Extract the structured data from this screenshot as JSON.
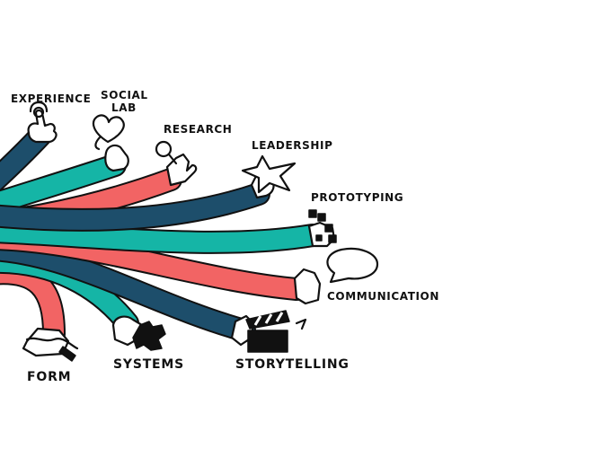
{
  "colors": {
    "navy": "#1d4e6b",
    "teal": "#15b5a6",
    "coral": "#f26464",
    "ink": "#111111",
    "background": "#ffffff"
  },
  "labels": {
    "experience": "EXPERIENCE",
    "social": "SOCIAL",
    "lab": "LAB",
    "research": "RESEARCH",
    "leadership": "LEADERSHIP",
    "prototyping": "PROTOTYPING",
    "communication": "COMMUNICATION",
    "storytelling": "STORYTELLING",
    "systems": "SYSTEMS",
    "form": "FORM"
  },
  "icons": [
    "touch-finger-icon",
    "heart-icon",
    "magnifier-icon",
    "star-icon",
    "puzzle-icon",
    "speech-bubble-icon",
    "clapperboard-icon",
    "systems-puzzle-icon",
    "pen-icon"
  ]
}
